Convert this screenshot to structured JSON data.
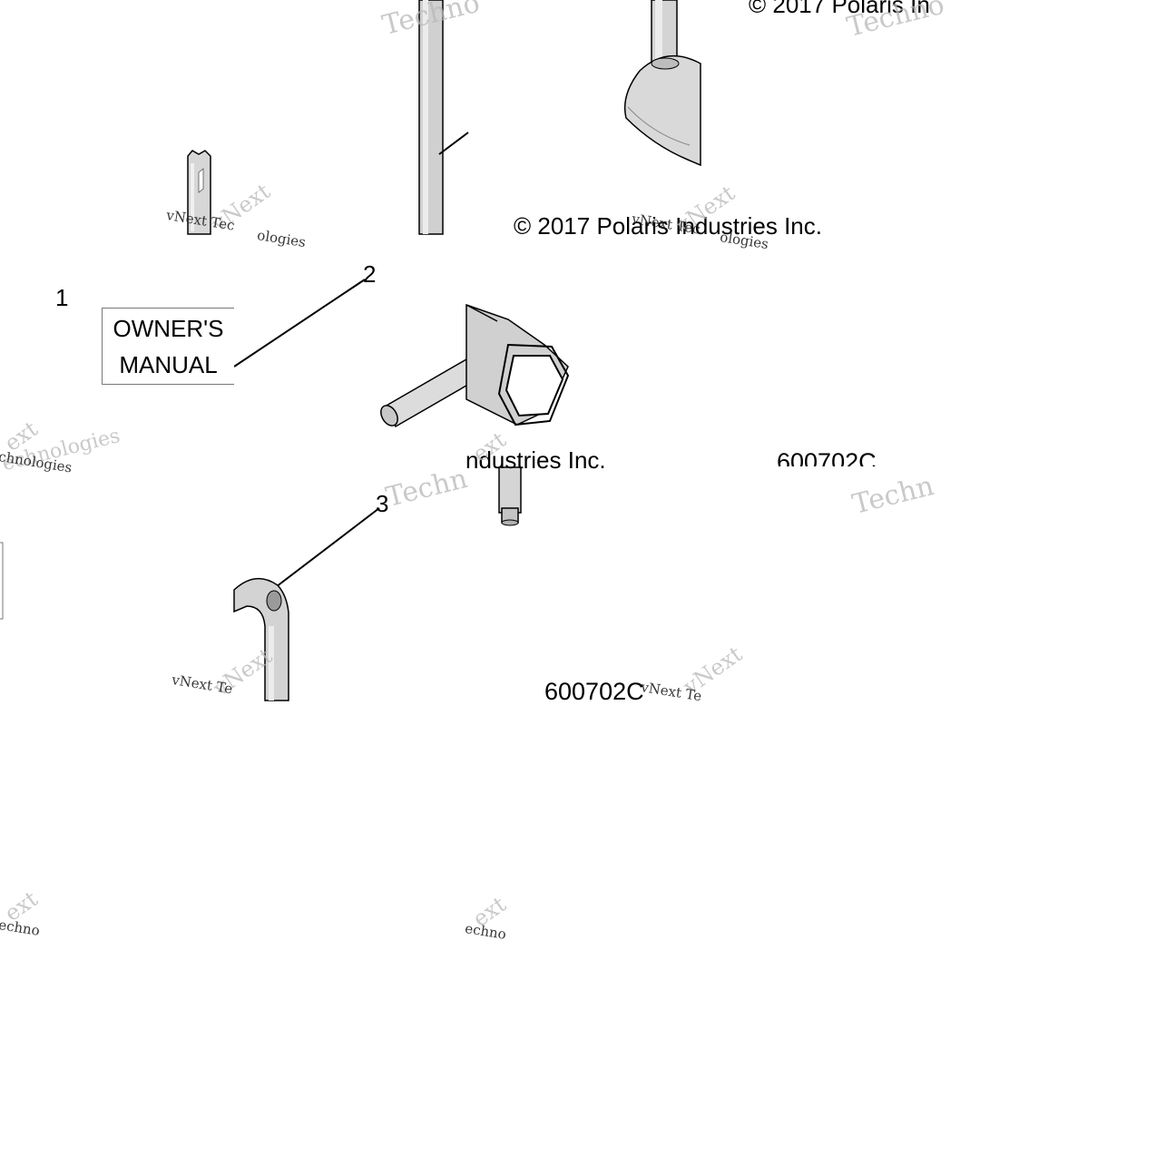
{
  "callouts": [
    {
      "id": 1,
      "label": "1"
    },
    {
      "id": 2,
      "label": "2"
    },
    {
      "id": 3,
      "label": "3"
    }
  ],
  "manual": {
    "line1": "OWNER'S",
    "line2": "MANUAL"
  },
  "copyrights": {
    "top_right": "© 2017 Polaris In",
    "middle": "© 2017 Polaris Industries Inc.",
    "lower": "ndustries Inc."
  },
  "codes": {
    "partial": "600702C",
    "main": "600702C"
  },
  "watermarks": {
    "tech": "Techno",
    "vnext": "vNext",
    "vnext_tech": "vNext Tec",
    "vnext_tech_long": "vNext Te",
    "ologies": "ologies",
    "echnologies": "echnologies",
    "chnologies": "chnologies",
    "techn": "Techn",
    "echno": "echno",
    "ext": "ext"
  },
  "colors": {
    "line": "#000000",
    "fill_light": "#e6e6e6",
    "fill_mid": "#cfcfcf",
    "fill_dark": "#a8a8a8",
    "watermark": "#b8b8b8"
  }
}
